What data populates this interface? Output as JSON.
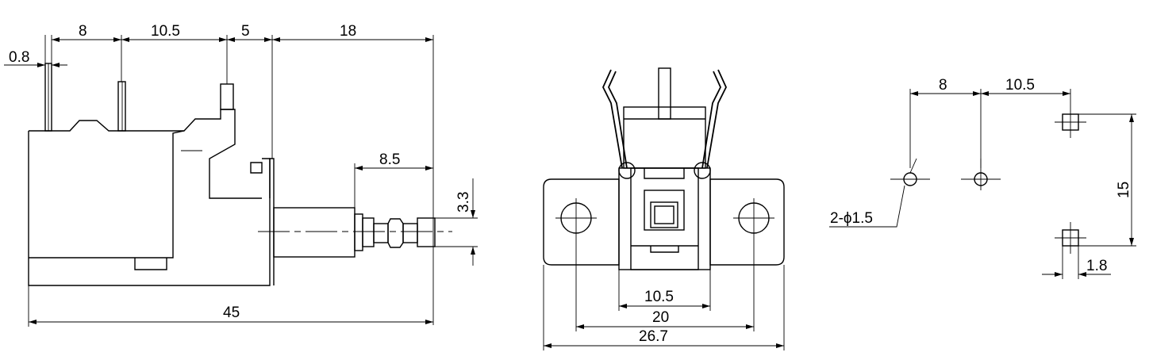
{
  "side_view": {
    "dims": {
      "d_0_8": "0.8",
      "d_8": "8",
      "d_10_5": "10.5",
      "d_5": "5",
      "d_18": "18",
      "d_8_5": "8.5",
      "d_3_3": "3.3",
      "d_45": "45"
    }
  },
  "front_view": {
    "dims": {
      "d_10_5": "10.5",
      "d_20": "20",
      "d_26_7": "26.7"
    }
  },
  "pcb_layout": {
    "dims": {
      "d_8": "8",
      "d_10_5": "10.5",
      "d_holes": "2-ϕ1.5",
      "d_15": "15",
      "d_1_8": "1.8"
    }
  }
}
